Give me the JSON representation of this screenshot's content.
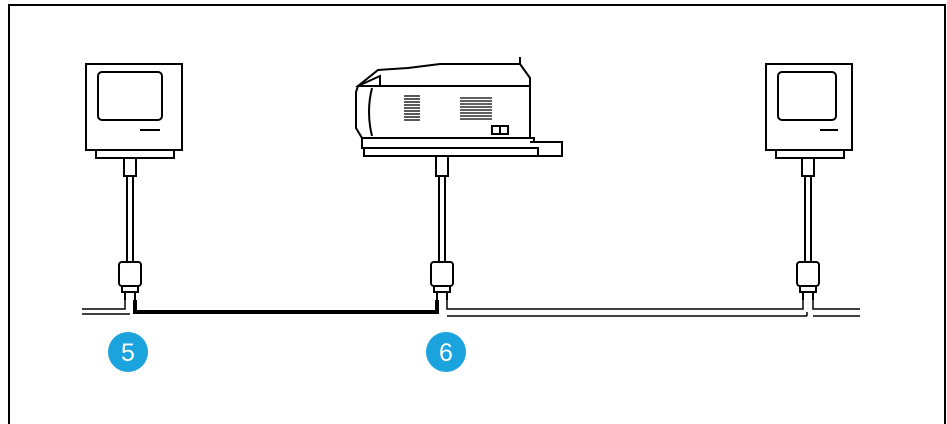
{
  "callouts": [
    {
      "label": "5",
      "color": "#1aa3dd"
    },
    {
      "label": "6",
      "color": "#1aa3dd"
    }
  ],
  "devices": [
    "computer-left",
    "printer",
    "computer-right"
  ],
  "colors": {
    "line": "#000000",
    "background": "#ffffff",
    "callout": "#1aa3dd",
    "callout_text": "#ffffff"
  }
}
